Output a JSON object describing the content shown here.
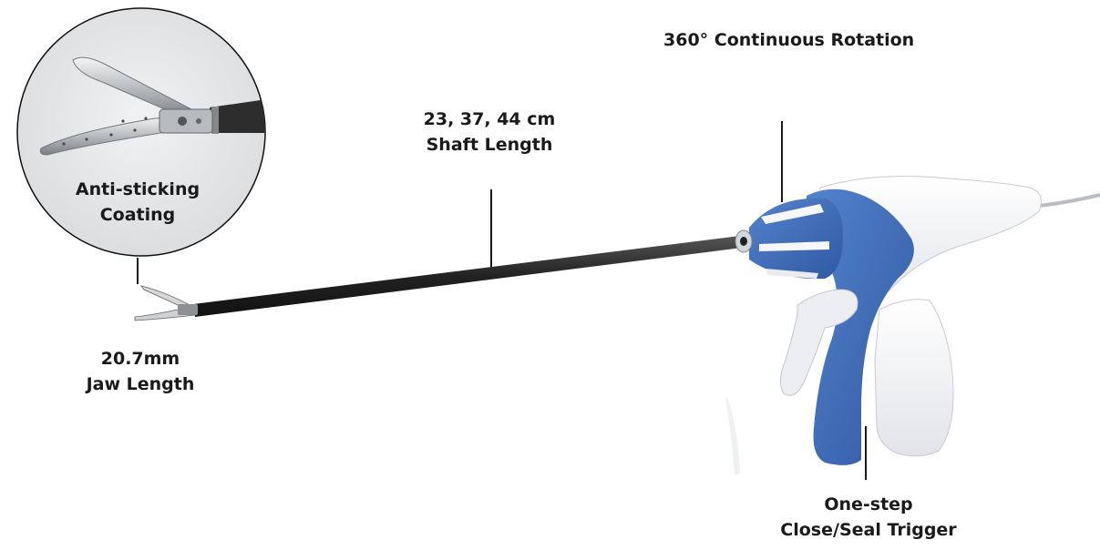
{
  "callouts": {
    "rotation": {
      "text": "360° Continuous Rotation"
    },
    "shaft": {
      "line1": "23, 37, 44 cm",
      "line2": "Shaft Length"
    },
    "coating": {
      "line1": "Anti-sticking",
      "line2": "Coating"
    },
    "jaw": {
      "line1": "20.7mm",
      "line2": "Jaw Length"
    },
    "trigger": {
      "line1": "One-step",
      "line2": "Close/Seal Trigger"
    }
  },
  "colors": {
    "device_blue": "#3c69b4",
    "device_white": "#f2f3f5",
    "shaft_black": "#2a2a2a",
    "text": "#1a1a1a"
  }
}
